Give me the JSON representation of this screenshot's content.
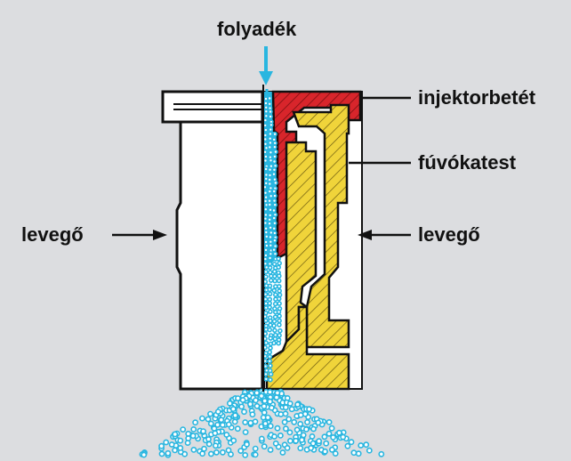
{
  "labels": {
    "liquid": "folyadék",
    "injector": "injektorbetét",
    "nozzle_body": "fúvókatest",
    "air_left": "levegő",
    "air_right": "levegő"
  },
  "colors": {
    "background": "#dcdde0",
    "injector": "#d8252b",
    "nozzle_body": "#f0d43a",
    "liquid": "#29b6e0",
    "body_white": "#ffffff",
    "outline": "#111111"
  }
}
